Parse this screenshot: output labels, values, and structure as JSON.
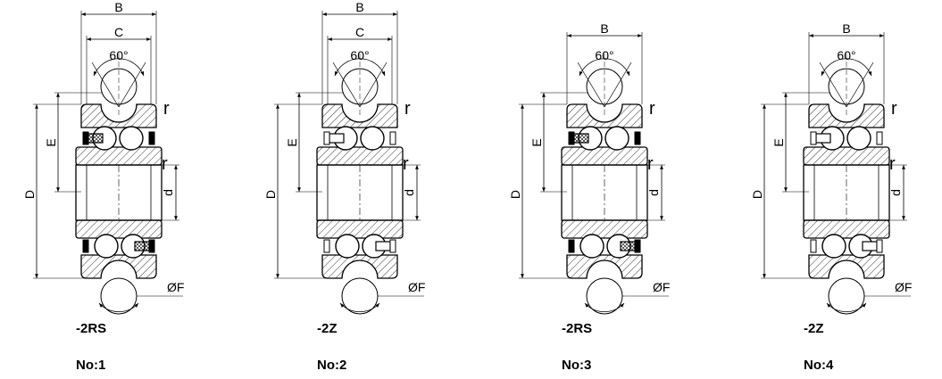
{
  "labels": {
    "B": "B",
    "C": "C",
    "D": "D",
    "E": "E",
    "d": "d",
    "r": "r",
    "F": "ØF",
    "angle": "60°"
  },
  "variants": [
    {
      "seal": "-2RS",
      "number": "No:1",
      "width_labels": [
        "B",
        "C"
      ]
    },
    {
      "seal": "-2Z",
      "number": "No:2",
      "width_labels": [
        "B",
        "C"
      ]
    },
    {
      "seal": "-2RS",
      "number": "No:3",
      "width_labels": [
        "B"
      ]
    },
    {
      "seal": "-2Z",
      "number": "No:4",
      "width_labels": [
        "B"
      ]
    }
  ]
}
